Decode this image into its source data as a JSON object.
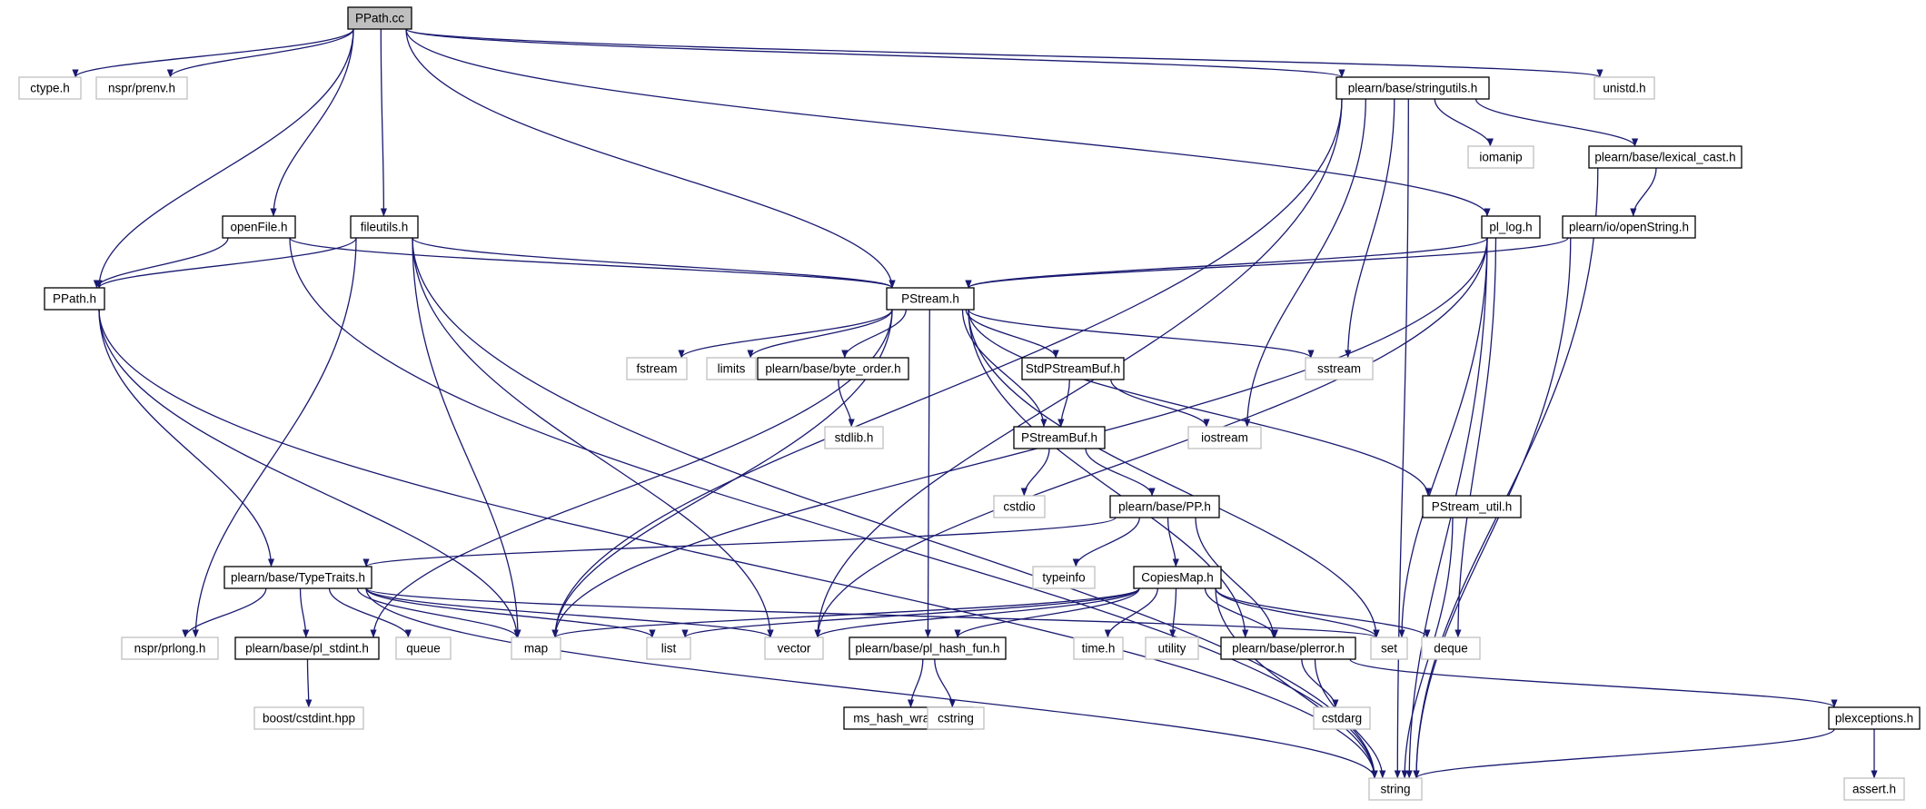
{
  "diagram": {
    "type": "include-dependency-graph",
    "colors": {
      "edge": "#191970",
      "arrowhead": "#191970",
      "root_fill": "#bfbfbf",
      "root_border": "#000000",
      "documented_border": "#000000",
      "external_border": "#bfbfbf",
      "external_text": "#555555"
    },
    "nodes": [
      {
        "id": "ppath_cc",
        "label": "PPath.cc",
        "kind": "root"
      },
      {
        "id": "ctype_h",
        "label": "ctype.h",
        "kind": "external"
      },
      {
        "id": "nspr_prenv_h",
        "label": "nspr/prenv.h",
        "kind": "external"
      },
      {
        "id": "stringutils_h",
        "label": "plearn/base/stringutils.h",
        "kind": "documented"
      },
      {
        "id": "unistd_h",
        "label": "unistd.h",
        "kind": "external"
      },
      {
        "id": "iomanip",
        "label": "iomanip",
        "kind": "external"
      },
      {
        "id": "lexical_cast_h",
        "label": "plearn/base/lexical_cast.h",
        "kind": "documented"
      },
      {
        "id": "openfile_h",
        "label": "openFile.h",
        "kind": "documented"
      },
      {
        "id": "fileutils_h",
        "label": "fileutils.h",
        "kind": "documented"
      },
      {
        "id": "pl_log_h",
        "label": "pl_log.h",
        "kind": "documented"
      },
      {
        "id": "openstring_h",
        "label": "plearn/io/openString.h",
        "kind": "documented"
      },
      {
        "id": "ppath_h",
        "label": "PPath.h",
        "kind": "documented"
      },
      {
        "id": "pstream_h",
        "label": "PStream.h",
        "kind": "documented"
      },
      {
        "id": "fstream",
        "label": "fstream",
        "kind": "external"
      },
      {
        "id": "limits",
        "label": "limits",
        "kind": "external"
      },
      {
        "id": "byte_order_h",
        "label": "plearn/base/byte_order.h",
        "kind": "documented"
      },
      {
        "id": "stdpstreambuf_h",
        "label": "StdPStreamBuf.h",
        "kind": "documented"
      },
      {
        "id": "sstream",
        "label": "sstream",
        "kind": "external"
      },
      {
        "id": "stdlib_h",
        "label": "stdlib.h",
        "kind": "external"
      },
      {
        "id": "pstreambuf_h",
        "label": "PStreamBuf.h",
        "kind": "documented"
      },
      {
        "id": "iostream",
        "label": "iostream",
        "kind": "external"
      },
      {
        "id": "cstdio",
        "label": "cstdio",
        "kind": "external"
      },
      {
        "id": "pp_h",
        "label": "plearn/base/PP.h",
        "kind": "documented"
      },
      {
        "id": "pstream_util_h",
        "label": "PStream_util.h",
        "kind": "documented"
      },
      {
        "id": "typeinfo",
        "label": "typeinfo",
        "kind": "external"
      },
      {
        "id": "typetraits_h",
        "label": "plearn/base/TypeTraits.h",
        "kind": "documented"
      },
      {
        "id": "copiesmap_h",
        "label": "CopiesMap.h",
        "kind": "documented"
      },
      {
        "id": "nspr_prlong_h",
        "label": "nspr/prlong.h",
        "kind": "external"
      },
      {
        "id": "pl_stdint_h",
        "label": "plearn/base/pl_stdint.h",
        "kind": "documented"
      },
      {
        "id": "queue",
        "label": "queue",
        "kind": "external"
      },
      {
        "id": "map",
        "label": "map",
        "kind": "external"
      },
      {
        "id": "list",
        "label": "list",
        "kind": "external"
      },
      {
        "id": "vector",
        "label": "vector",
        "kind": "external"
      },
      {
        "id": "pl_hash_fun_h",
        "label": "plearn/base/pl_hash_fun.h",
        "kind": "documented"
      },
      {
        "id": "time_h",
        "label": "time.h",
        "kind": "external"
      },
      {
        "id": "utility",
        "label": "utility",
        "kind": "external"
      },
      {
        "id": "plerror_h",
        "label": "plearn/base/plerror.h",
        "kind": "documented"
      },
      {
        "id": "set",
        "label": "set",
        "kind": "external"
      },
      {
        "id": "deque",
        "label": "deque",
        "kind": "external"
      },
      {
        "id": "boost_cstdint_hpp",
        "label": "boost/cstdint.hpp",
        "kind": "external"
      },
      {
        "id": "ms_hash_wrapper_h",
        "label": "ms_hash_wrapper.h",
        "kind": "documented"
      },
      {
        "id": "cstring",
        "label": "cstring",
        "kind": "external"
      },
      {
        "id": "cstdarg",
        "label": "cstdarg",
        "kind": "external"
      },
      {
        "id": "pexceptions_h",
        "label": "plexceptions.h",
        "kind": "documented"
      },
      {
        "id": "string",
        "label": "string",
        "kind": "external"
      },
      {
        "id": "assert_h",
        "label": "assert.h",
        "kind": "external"
      }
    ],
    "edges": [
      [
        "ppath_cc",
        "ctype_h"
      ],
      [
        "ppath_cc",
        "nspr_prenv_h"
      ],
      [
        "ppath_cc",
        "stringutils_h"
      ],
      [
        "ppath_cc",
        "unistd_h"
      ],
      [
        "ppath_cc",
        "openfile_h"
      ],
      [
        "ppath_cc",
        "fileutils_h"
      ],
      [
        "ppath_cc",
        "pl_log_h"
      ],
      [
        "ppath_cc",
        "ppath_h"
      ],
      [
        "ppath_cc",
        "pstream_h"
      ],
      [
        "stringutils_h",
        "iomanip"
      ],
      [
        "stringutils_h",
        "lexical_cast_h"
      ],
      [
        "stringutils_h",
        "map"
      ],
      [
        "stringutils_h",
        "sstream"
      ],
      [
        "stringutils_h",
        "iostream"
      ],
      [
        "stringutils_h",
        "vector"
      ],
      [
        "stringutils_h",
        "string"
      ],
      [
        "lexical_cast_h",
        "openstring_h"
      ],
      [
        "lexical_cast_h",
        "string"
      ],
      [
        "openstring_h",
        "pstream_h"
      ],
      [
        "openstring_h",
        "string"
      ],
      [
        "openfile_h",
        "ppath_h"
      ],
      [
        "openfile_h",
        "pstream_h"
      ],
      [
        "openfile_h",
        "string"
      ],
      [
        "fileutils_h",
        "ppath_h"
      ],
      [
        "fileutils_h",
        "pstream_h"
      ],
      [
        "fileutils_h",
        "nspr_prlong_h"
      ],
      [
        "fileutils_h",
        "map"
      ],
      [
        "fileutils_h",
        "vector"
      ],
      [
        "fileutils_h",
        "string"
      ],
      [
        "pl_log_h",
        "pstream_h"
      ],
      [
        "pl_log_h",
        "map"
      ],
      [
        "pl_log_h",
        "vector"
      ],
      [
        "pl_log_h",
        "set"
      ],
      [
        "pl_log_h",
        "deque"
      ],
      [
        "pl_log_h",
        "string"
      ],
      [
        "ppath_h",
        "typetraits_h"
      ],
      [
        "ppath_h",
        "map"
      ],
      [
        "ppath_h",
        "string"
      ],
      [
        "pstream_h",
        "fstream"
      ],
      [
        "pstream_h",
        "limits"
      ],
      [
        "pstream_h",
        "byte_order_h"
      ],
      [
        "pstream_h",
        "stdpstreambuf_h"
      ],
      [
        "pstream_h",
        "sstream"
      ],
      [
        "pstream_h",
        "pstreambuf_h"
      ],
      [
        "pstream_h",
        "pstream_util_h"
      ],
      [
        "pstream_h",
        "map"
      ],
      [
        "pstream_h",
        "pl_stdint_h"
      ],
      [
        "pstream_h",
        "pl_hash_fun_h"
      ],
      [
        "pstream_h",
        "plerror_h"
      ],
      [
        "pstream_h",
        "set"
      ],
      [
        "byte_order_h",
        "stdlib_h"
      ],
      [
        "stdpstreambuf_h",
        "pstreambuf_h"
      ],
      [
        "stdpstreambuf_h",
        "iostream"
      ],
      [
        "pstreambuf_h",
        "cstdio"
      ],
      [
        "pstreambuf_h",
        "pp_h"
      ],
      [
        "pp_h",
        "typetraits_h"
      ],
      [
        "pp_h",
        "typeinfo"
      ],
      [
        "pp_h",
        "copiesmap_h"
      ],
      [
        "pp_h",
        "plerror_h"
      ],
      [
        "pstream_util_h",
        "string"
      ],
      [
        "typetraits_h",
        "nspr_prlong_h"
      ],
      [
        "typetraits_h",
        "pl_stdint_h"
      ],
      [
        "typetraits_h",
        "queue"
      ],
      [
        "typetraits_h",
        "map"
      ],
      [
        "typetraits_h",
        "list"
      ],
      [
        "typetraits_h",
        "vector"
      ],
      [
        "typetraits_h",
        "set"
      ],
      [
        "typetraits_h",
        "string"
      ],
      [
        "copiesmap_h",
        "map"
      ],
      [
        "copiesmap_h",
        "list"
      ],
      [
        "copiesmap_h",
        "vector"
      ],
      [
        "copiesmap_h",
        "pl_hash_fun_h"
      ],
      [
        "copiesmap_h",
        "time_h"
      ],
      [
        "copiesmap_h",
        "utility"
      ],
      [
        "copiesmap_h",
        "plerror_h"
      ],
      [
        "copiesmap_h",
        "set"
      ],
      [
        "copiesmap_h",
        "deque"
      ],
      [
        "copiesmap_h",
        "string"
      ],
      [
        "pl_stdint_h",
        "boost_cstdint_hpp"
      ],
      [
        "pl_hash_fun_h",
        "ms_hash_wrapper_h"
      ],
      [
        "pl_hash_fun_h",
        "cstring"
      ],
      [
        "plerror_h",
        "cstdarg"
      ],
      [
        "plerror_h",
        "pexceptions_h"
      ],
      [
        "plerror_h",
        "string"
      ],
      [
        "pexceptions_h",
        "string"
      ],
      [
        "pexceptions_h",
        "assert_h"
      ]
    ]
  }
}
